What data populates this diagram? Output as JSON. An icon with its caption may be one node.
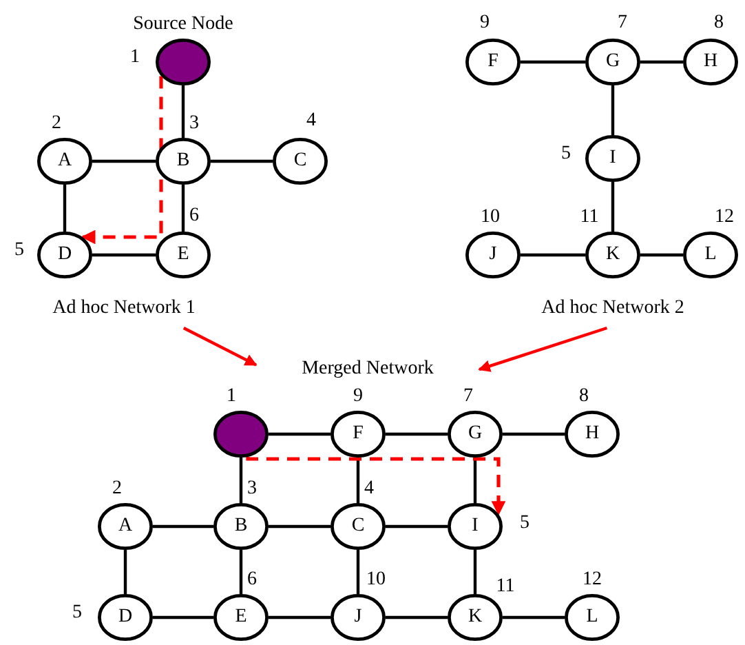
{
  "diagram": {
    "nodes": [
      {
        "text": [],
        "shape": "circle",
        "beside": [
          "Source Node",
          "1"
        ]
      },
      {
        "text": [
          "A"
        ],
        "beside": [
          "2"
        ]
      },
      {
        "text": [
          "B"
        ],
        "beside": [
          "3"
        ]
      },
      {
        "text": [
          "C"
        ],
        "beside": [
          "4"
        ]
      },
      {
        "text": [
          "D"
        ],
        "beside": [
          "5"
        ]
      },
      {
        "text": [
          "E"
        ],
        "beside": [
          "6"
        ]
      },
      {
        "text": [
          "F"
        ],
        "beside": [
          "9"
        ]
      },
      {
        "text": [
          "G"
        ],
        "beside": [
          "7"
        ]
      },
      {
        "text": [
          "H"
        ],
        "beside": [
          "8"
        ]
      },
      {
        "text": [
          "I"
        ],
        "beside": [
          "5"
        ]
      },
      {
        "text": [
          "J"
        ],
        "beside": [
          "10"
        ]
      },
      {
        "text": [
          "K"
        ],
        "beside": [
          "11"
        ]
      },
      {
        "text": [
          "L"
        ],
        "beside": [
          "12"
        ]
      },
      {
        "text": [
          "Ad hoc Network 1"
        ]
      },
      {
        "text": [
          "Ad hoc Network 2"
        ]
      },
      {
        "text": [
          "Merged Network"
        ]
      },
      {
        "text": [],
        "shape": "circle",
        "beside": [
          "1"
        ]
      },
      {
        "text": [
          "F"
        ],
        "beside": [
          "9"
        ]
      },
      {
        "text": [
          "G"
        ],
        "beside": [
          "7"
        ]
      },
      {
        "text": [
          "H"
        ],
        "beside": [
          "8"
        ]
      },
      {
        "text": [
          "A"
        ],
        "beside": [
          "2"
        ]
      },
      {
        "text": [
          "B"
        ],
        "beside": [
          "3"
        ]
      },
      {
        "text": [
          "C"
        ],
        "beside": [
          "4"
        ]
      },
      {
        "text": [
          "I"
        ],
        "beside": [
          "5"
        ]
      },
      {
        "text": [
          "D"
        ],
        "beside": [
          "5"
        ]
      },
      {
        "text": [
          "E"
        ],
        "beside": [
          "6"
        ]
      },
      {
        "text": [
          "J"
        ],
        "beside": [
          "10"
        ]
      },
      {
        "text": [
          "K"
        ],
        "beside": [
          "11"
        ]
      },
      {
        "text": [
          "L"
        ],
        "beside": [
          "12"
        ]
      }
    ],
    "edges": [
      {
        "from": 0,
        "to": 2,
        "arrow": "none"
      },
      {
        "from": 1,
        "to": 2,
        "arrow": "none"
      },
      {
        "from": 2,
        "to": 3,
        "arrow": "none"
      },
      {
        "from": 1,
        "to": 4,
        "arrow": "none"
      },
      {
        "from": 4,
        "to": 5,
        "arrow": "none"
      },
      {
        "from": 2,
        "to": 5,
        "arrow": "none"
      },
      {
        "from": 0,
        "to": 4,
        "arrow": "to",
        "style": "dashed",
        "color": "#ff0000"
      },
      {
        "from": 6,
        "to": 7,
        "arrow": "none"
      },
      {
        "from": 7,
        "to": 8,
        "arrow": "none"
      },
      {
        "from": 7,
        "to": 9,
        "arrow": "none"
      },
      {
        "from": 9,
        "to": 11,
        "arrow": "none"
      },
      {
        "from": 10,
        "to": 11,
        "arrow": "none"
      },
      {
        "from": 11,
        "to": 12,
        "arrow": "none"
      },
      {
        "from": 13,
        "to": 15,
        "arrow": "to",
        "color": "#ff0000"
      },
      {
        "from": 14,
        "to": 15,
        "arrow": "to",
        "color": "#ff0000"
      },
      {
        "from": 16,
        "to": 17,
        "arrow": "none"
      },
      {
        "from": 17,
        "to": 18,
        "arrow": "none"
      },
      {
        "from": 18,
        "to": 19,
        "arrow": "none"
      },
      {
        "from": 16,
        "to": 21,
        "arrow": "none"
      },
      {
        "from": 17,
        "to": 22,
        "arrow": "none"
      },
      {
        "from": 18,
        "to": 23,
        "arrow": "none"
      },
      {
        "from": 20,
        "to": 21,
        "arrow": "none"
      },
      {
        "from": 21,
        "to": 22,
        "arrow": "none"
      },
      {
        "from": 22,
        "to": 23,
        "arrow": "none"
      },
      {
        "from": 20,
        "to": 24,
        "arrow": "none"
      },
      {
        "from": 21,
        "to": 25,
        "arrow": "none"
      },
      {
        "from": 22,
        "to": 26,
        "arrow": "none"
      },
      {
        "from": 23,
        "to": 27,
        "arrow": "none"
      },
      {
        "from": 24,
        "to": 25,
        "arrow": "none"
      },
      {
        "from": 25,
        "to": 26,
        "arrow": "none"
      },
      {
        "from": 26,
        "to": 27,
        "arrow": "none"
      },
      {
        "from": 27,
        "to": 28,
        "arrow": "none"
      },
      {
        "from": 16,
        "to": 23,
        "arrow": "to",
        "style": "dashed",
        "color": "#ff0000"
      }
    ]
  }
}
